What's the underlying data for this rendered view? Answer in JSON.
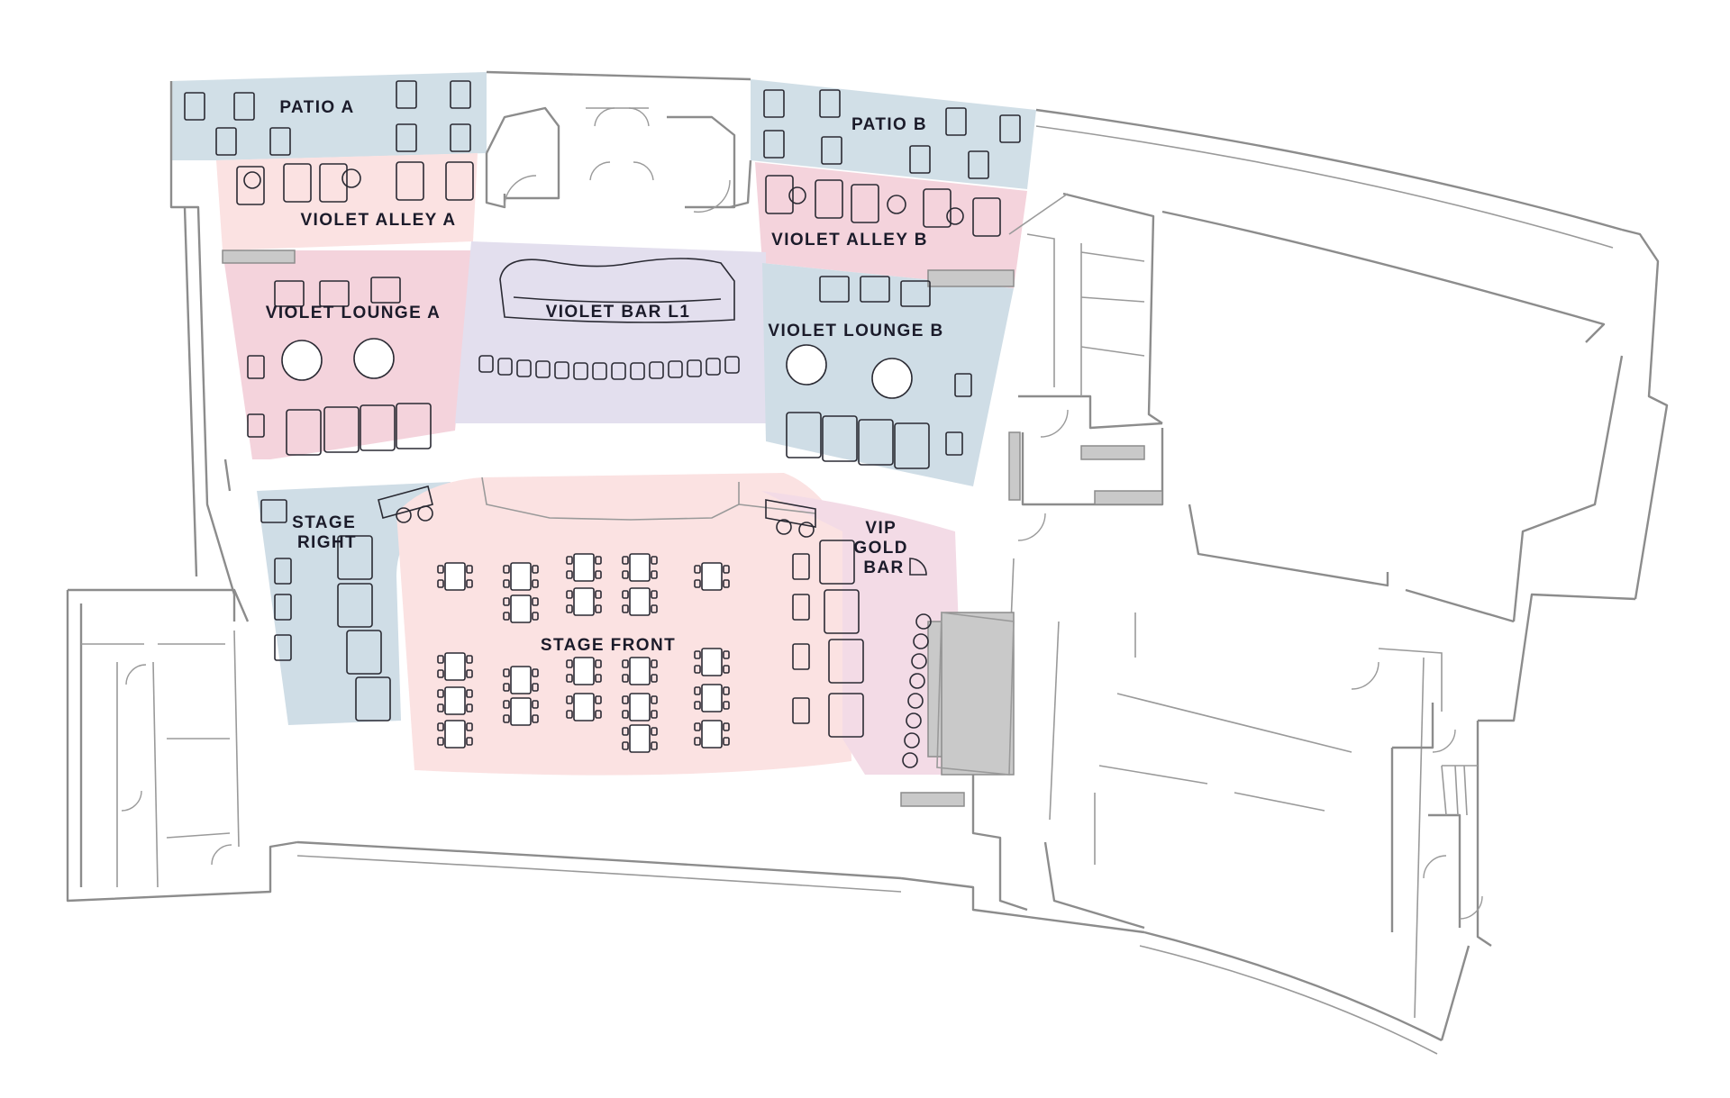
{
  "colors": {
    "blue_zone": "#cfdde6",
    "pink_zone": "#f4d3dc",
    "light_pink_zone": "#fbe2e2",
    "lavender_zone": "#e3dfee",
    "vip_zone": "#f3dbe6",
    "walls": "#8c8c8c",
    "furniture": "#2a2a33",
    "label": "#1b1b2a"
  },
  "zones": {
    "patio_a": {
      "label": "PATIO A",
      "color": "blue"
    },
    "patio_b": {
      "label": "PATIO B",
      "color": "blue"
    },
    "violet_alley_a": {
      "label": "VIOLET ALLEY A",
      "color": "light-pink"
    },
    "violet_alley_b": {
      "label": "VIOLET ALLEY B",
      "color": "pink"
    },
    "violet_lounge_a": {
      "label": "VIOLET LOUNGE A",
      "color": "pink"
    },
    "violet_bar_l1": {
      "label": "VIOLET BAR L1",
      "color": "lavender"
    },
    "violet_lounge_b": {
      "label": "VIOLET LOUNGE B",
      "color": "blue"
    },
    "stage_right": {
      "label_lines": [
        "STAGE",
        "RIGHT"
      ],
      "color": "blue"
    },
    "stage_front": {
      "label": "STAGE FRONT",
      "color": "light-pink"
    },
    "vip_gold_bar": {
      "label_lines": [
        "VIP",
        "GOLD",
        "BAR"
      ],
      "color": "pink"
    }
  }
}
